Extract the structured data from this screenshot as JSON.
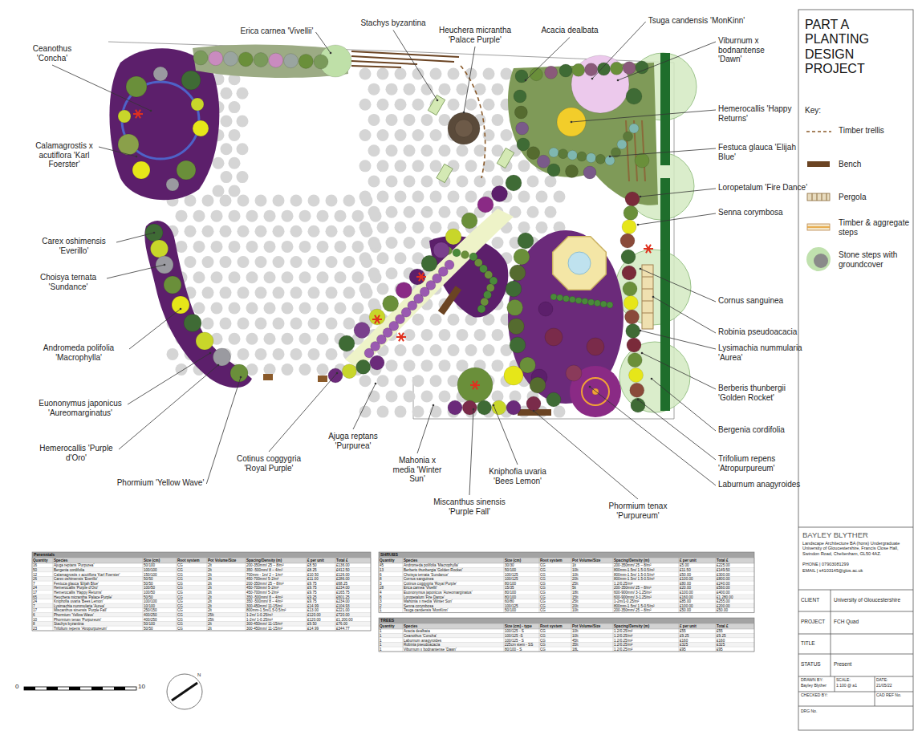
{
  "diagram": {
    "title": "PART A PLANTING DESIGN PROJECT",
    "labels": [
      "Ceanothus 'Concha'",
      "Calamagrostis x acutiflora 'Karl Foerster'",
      "Carex oshimensis 'Everillo'",
      "Choisya ternata 'Sundance'",
      "Andromeda polifolia 'Macrophylla'",
      "Euononymus japonicus 'Aureomarginatus'",
      "Hemerocallis 'Purple d'Oro'",
      "Phormium 'Yellow Wave'",
      "Cotinus coggygria 'Royal Purple'",
      "Ajuga reptans 'Purpurea'",
      "Mahonia x media 'Winter Sun'",
      "Miscanthus sinensis 'Purple Fall'",
      "Kniphofia uvaria 'Bees Lemon'",
      "Phormium tenax 'Purpureum'",
      "Laburnum anagyroides",
      "Trifolium repens 'Atropurpureum'",
      "Bergenia cordifolia",
      "Berberis thunbergii 'Golden Rocket'",
      "Lysimachia nummularia 'Aurea'",
      "Robinia pseudoacacia",
      "Cornus sanguinea",
      "Senna corymbosa",
      "Loropetalum 'Fire Dance'",
      "Festuca glauca 'Elijah Blue'",
      "Hemerocallis 'Happy Returns'",
      "Viburnum x bodnantense 'Dawn'",
      "Tsuga candensis 'MonKinn'",
      "Acacia dealbata",
      "Heuchera micrantha 'Palace Purple'",
      "Stachys byzantina",
      "Erica carnea 'Vivellii'",
      "Key:",
      "0",
      "10",
      "N",
      "BAYLEY BLYTHER",
      "Landscape Architecture BA (hons) Undergraduate University of Gloucestershire, Francis Close Hall, Swindon Road, Cheltenham, GL50 4AZ.",
      "PHONE | 07903081299",
      "EMAIL | s4103145@glos.ac.uk",
      "CLIENT",
      "University of Gloucestershire",
      "PROJECT",
      "FCH Quad",
      "TITLE",
      "STATUS",
      "Present",
      "DRAWN BY:",
      "Bayley Blyther",
      "SCALE:",
      "1:100 @ a1",
      "DATE:",
      "21/05/22",
      "CHECKED BY:",
      "CAD REF No.",
      "DRG No.",
      "Perennials",
      "Quantity",
      "Species",
      "Size (cm)",
      "Root system",
      "Pot Volume/Size",
      "Spacing/Density (m)",
      "£ per unit",
      "Total £",
      "16",
      "Ajuga reptans 'Purpurea'",
      "50/100",
      "CG",
      "2lt",
      "200-350mm/ 25 – 8/m²",
      "£8.50",
      "£136.00",
      "50",
      "Bergenia cordifolia",
      "100/100",
      "CG",
      "2lt",
      "350 -500mm/ 8 – 4/m²",
      "£8.25",
      "£412.50",
      "12",
      "Calamagrostis x acutiflora 'Karl Foerster'",
      "150/100",
      "CG",
      "2lt",
      "700mm - 1m/ 2 – 1/m²",
      "£10.50",
      "£126.00",
      "26",
      "Carex oshimensis 'Everillo'",
      "50/50",
      "CG",
      "2lt",
      "450-700mm/ 5-2/m²",
      "£11.00",
      "£286.00",
      "7",
      "Festuca glauca 'Elijah Blue'",
      "50/50",
      "CG",
      "2lt",
      "200-350mm/ 25 – 8/m²",
      "£9.75",
      "£68.25",
      "24",
      "Hemerocallis 'Purple d'Oro'",
      "100/50",
      "CG",
      "2lt",
      "450-700mm/ 5-2/m²",
      "£9.75",
      "£234.00",
      "17",
      "Hemerocallis 'Happy Returns'",
      "100/50",
      "CG",
      "2lt",
      "450-700mm/ 5-2/m²",
      "£9.75",
      "£165.75",
      "65",
      "Heuchera micrantha 'Palace Purple'",
      "50/50",
      "CG",
      "2lt",
      "350 -500mm/ 8 – 4/m²",
      "£9.25",
      "£601.25",
      "24",
      "Kniphofia uvaria 'Bees Lemon'",
      "100/100",
      "CG",
      "2lt",
      "350 -500mm/ 8 – 4/m²",
      "£9.75",
      "£234.00",
      "7",
      "Lysimachia nummularia 'Aurea'",
      "10/100",
      "CG",
      "2lt",
      "300-450mm/ 11-15/m²",
      "£14.99",
      "£104.93",
      "17",
      "Miscanthus sinensis 'Purple Fall'",
      "250/150",
      "CG",
      "2lt",
      "800mm-1.5m/1.5-0.5/m²",
      "£13.00",
      "£221.00",
      "6",
      "Phormium 'Yellow Wave'",
      "400/250",
      "CG",
      "25lt",
      "1-2m/ 1-0.25/m²",
      "£120.00",
      "£720.00",
      "10",
      "Phormium tenax 'Purpureum'",
      "400/250",
      "CG",
      "25lt",
      "1-2m/ 1-0.25/m²",
      "£120.00",
      "£1,200.00",
      "8",
      "Stachys byzantina",
      "50/100",
      "CG",
      "2lt",
      "300-450mm/ 11-15/m²",
      "£9.50",
      "£76.00",
      "23",
      "Trifolium repens 'Atropurpureum'",
      "50/50",
      "CG",
      "2lt",
      "300-450mm/ 11-15/m²",
      "£14.99",
      "£344.77",
      "SHRUBS",
      "Quantity",
      "Species",
      "Size (cm)",
      "Root system",
      "Pot Volume/Size",
      "Spacing/Density (m)",
      "£ per unit",
      "Total £",
      "45",
      "Andromeda polifolia 'Macrophylla'",
      "30/30",
      "CG",
      "1lt",
      "200-350mm/ 25 – 8/m²",
      "£5.00",
      "£225.00",
      "13",
      "Berberis thunbergia 'Golden Rocket'",
      "50/100",
      "CG",
      "10lt",
      "800mm-1.5m/ 1.5-0.5/m²",
      "£11.50",
      "£149.50",
      "6",
      "Choisya ternata 'Sundance'",
      "100/125",
      "CG",
      "10lt",
      "800mm-1.5m/ 1.5-0.5/m²",
      "£50.00",
      "£300.00",
      "8",
      "Cornus sanguinea",
      "100/125",
      "CG",
      "20lt",
      "800mm-1.5m/ 1.5-0.5/m²",
      "£100.00",
      "£800.00",
      "3",
      "Cotinus coggygria 'Royal Purple'",
      "80/100",
      "CG",
      "25lt",
      "1.2/0.25/m²",
      "£80.00",
      "£240.00",
      "28",
      "Erica carnea 'Vivellii'",
      "15/35",
      "CG",
      "5lt",
      "200-350mm/ 25 – 8/m²",
      "£20.00",
      "£560.00",
      "4",
      "Euononymus japonicus 'Aureomarginatus'",
      "80/100",
      "CG",
      "18lt",
      "600-900mm/ 3-1.25/m²",
      "£100.00",
      "£400.00",
      "8",
      "Loropetalum 'Fire Dance'",
      "80/100",
      "CG",
      "15lt",
      "600-900mm/ 3-1.25/m²",
      "£160.00",
      "£1,280.00",
      "3",
      "Mahonia x media 'Winter Sun'",
      "60/80",
      "CG",
      "25lt",
      "1-2m/1-0.25/m²",
      "£85.00",
      "£255.00",
      "2",
      "Senna corymbosa",
      "100/125",
      "CG",
      "20lt",
      "800mm-1.5m/ 1.5-0.5/m²",
      "£100.00",
      "£200.00",
      "1",
      "Tsuga candensis 'MonKinn'",
      "50/100",
      "CG",
      "10lt",
      "200-350mm/ 25 – 8/m²",
      "£50.00",
      "£50.00",
      "TREES",
      "Quantity",
      "Species",
      "Size (cm) - type",
      "Root system",
      "Pot Volume/Size",
      "Spacing/Density (m)",
      "£ per unit",
      "Total £",
      "1",
      "Acacia dealbata",
      "100/125 - S",
      "CG",
      "10lt",
      "1.2/0.25/m²",
      "£55",
      "£55",
      "1",
      "Ceanothus 'Concha'",
      "100/125 -S",
      "CG",
      "10lt",
      "1.2/0.25/m²",
      "£9.25",
      "£9.25",
      "1",
      "Laburnum anagyroides",
      "100/125 - S",
      "CG",
      "45lt",
      "1.2/0.25/m²",
      "£160",
      "£160",
      "1",
      "Robinia pseudoacacia",
      "225cm stem - SS",
      "CG",
      "35lt",
      "1.2/0.25/m²",
      "£325",
      "£325",
      "1",
      "Viburnum x bodnantense 'Dawn'",
      "80/100 - S",
      "CG",
      "18L",
      "1.2/0.25/m²",
      "£95",
      "£95"
    ],
    "legend": [
      {
        "text": "Timber trellis"
      },
      {
        "text": "Bench",
        "color": "#6b4423"
      },
      {
        "text": "Pergola"
      },
      {
        "text": "Timber & aggregate steps"
      },
      {
        "text": "Stone steps with groundcover"
      }
    ]
  }
}
